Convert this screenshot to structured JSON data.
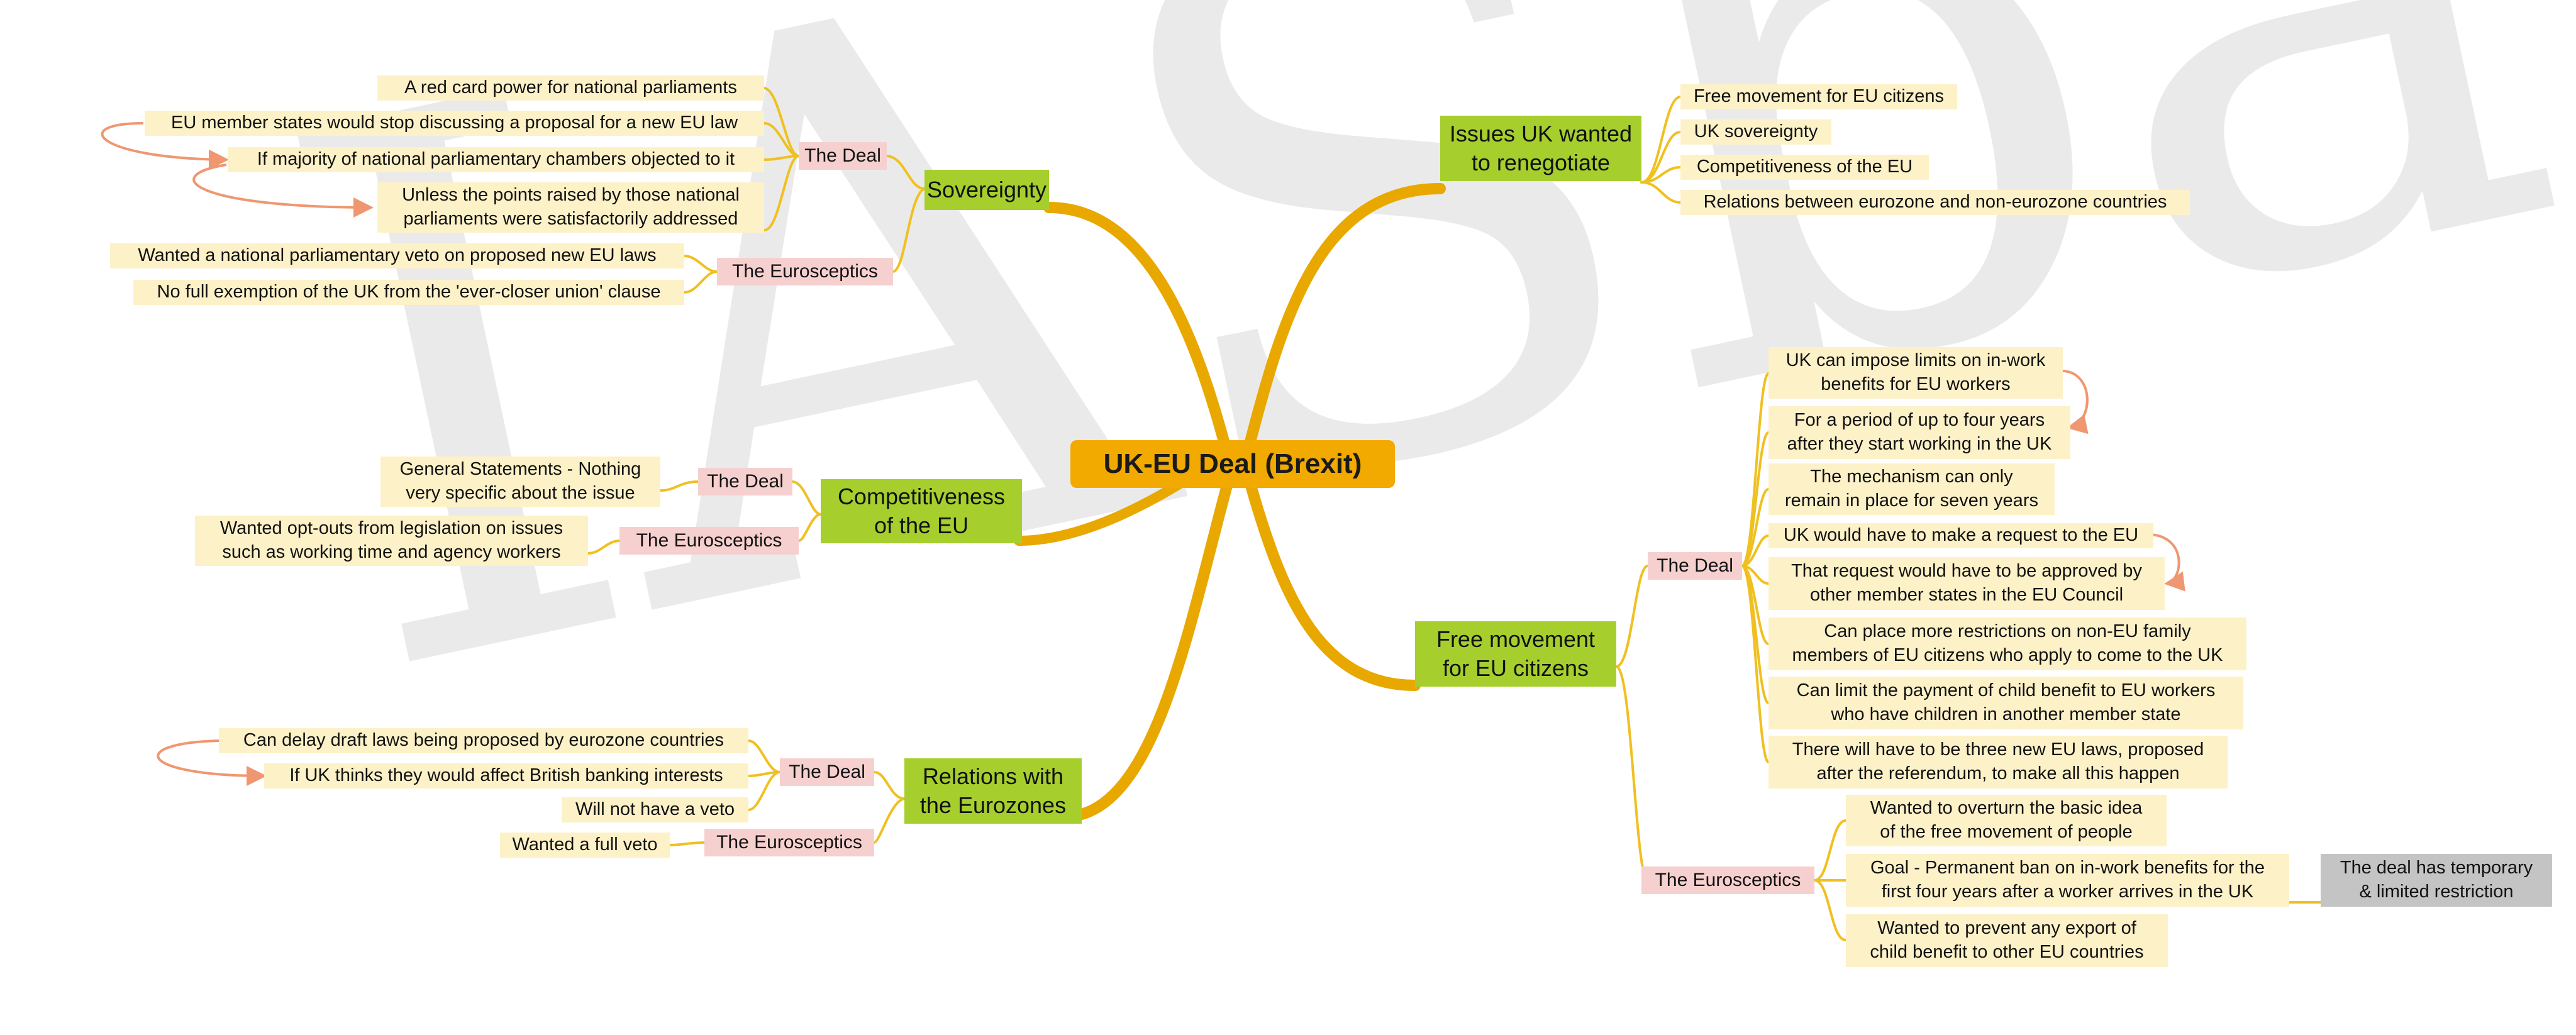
{
  "watermark": "IASbaba",
  "central": "UK-EU Deal (Brexit)",
  "topics": {
    "sovereignty": "Sovereignty",
    "competitiveness": "Competitiveness\nof the EU",
    "eurozones": "Relations with\nthe Eurozones",
    "issues": "Issues UK wanted\nto renegotiate",
    "free_movement": "Free movement\nfor EU citizens"
  },
  "groups": {
    "sov_deal": "The Deal",
    "sov_eurosceptics": "The Eurosceptics",
    "comp_deal": "The Deal",
    "comp_eurosceptics": "The Eurosceptics",
    "ez_deal": "The Deal",
    "ez_eurosceptics": "The Eurosceptics",
    "fm_deal": "The Deal",
    "fm_eurosceptics": "The Eurosceptics"
  },
  "sovereignty": {
    "deal": [
      "A red card power for national parliaments",
      "EU member states would stop discussing a proposal for a new EU law",
      "If majority of national parliamentary chambers objected to it",
      "Unless the points raised by those national\nparliaments were satisfactorily addressed"
    ],
    "eurosceptics": [
      "Wanted a national parliamentary veto on proposed new EU laws",
      "No full exemption of the UK from the 'ever-closer union' clause"
    ]
  },
  "competitiveness": {
    "deal": [
      "General Statements - Nothing\nvery specific about the issue"
    ],
    "eurosceptics": [
      "Wanted opt-outs from legislation on issues\nsuch as working time and agency workers"
    ]
  },
  "eurozones": {
    "deal": [
      "Can delay draft laws being proposed by eurozone countries",
      "If UK thinks they would affect British banking interests",
      "Will not have a veto"
    ],
    "eurosceptics": [
      "Wanted a full veto"
    ]
  },
  "issues": [
    "Free movement for EU citizens",
    "UK sovereignty",
    "Competitiveness of the EU",
    "Relations between eurozone and non-eurozone countries"
  ],
  "free_movement": {
    "deal": [
      "UK can impose limits on in-work\nbenefits for EU workers",
      "For a period of up to four years\nafter they start working in the UK",
      "The mechanism can only\nremain in place for seven years",
      "UK would have to make a request to the EU",
      "That request would have to be approved by\nother member states in the EU Council",
      "Can place more restrictions on non-EU family\nmembers of EU citizens who apply to come to the UK",
      "Can limit the payment of child benefit to EU workers\nwho have children in another member state",
      "There will have to be three new EU laws, proposed\nafter the referendum, to make all this happen"
    ],
    "eurosceptics": [
      "Wanted to overturn the basic idea\nof the free movement of people",
      "Goal - Permanent ban on in-work benefits for the\nfirst four years after a worker arrives in the UK",
      "Wanted to prevent any export of\nchild benefit to other EU countries"
    ],
    "note": "The deal has temporary\n& limited restriction"
  },
  "colors": {
    "trunk": "#e8a800",
    "branch": "#f0c020",
    "arrow": "#ef9770",
    "central_bg": "#f2a900",
    "topic_bg": "#a6cf2e",
    "group_bg": "#f6d0cf",
    "leaf_bg": "#fdf1c8",
    "note_bg": "#c4c4c4"
  }
}
